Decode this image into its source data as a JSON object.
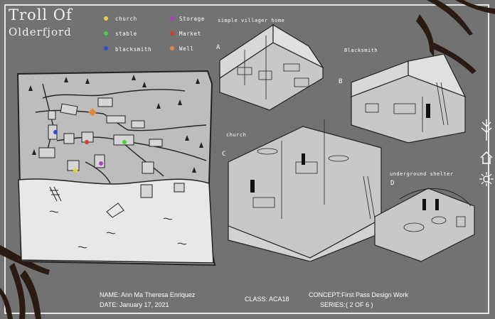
{
  "title": {
    "line1": "Troll Of",
    "line2": "Olderfjord"
  },
  "legend": [
    {
      "label": "church",
      "color": "#e6d23a"
    },
    {
      "label": "stable",
      "color": "#4fc94f"
    },
    {
      "label": "blacksmith",
      "color": "#2f4fc9"
    },
    {
      "label": "Storage",
      "color": "#b03ec4"
    },
    {
      "label": "Market",
      "color": "#d43a3a"
    },
    {
      "label": "Well",
      "color": "#e0883a"
    }
  ],
  "sections": {
    "villager": "simple villager home",
    "blacksmith": "Blacksmith",
    "church": "church",
    "shelter": "underground shelter",
    "letters": [
      "A",
      "B",
      "C",
      "D"
    ]
  },
  "footer": {
    "name_label": "NAME:",
    "name": "Ann Ma Theresa Enriquez",
    "date_label": "DATE:",
    "date": "January  17, 2021",
    "class_label": "CLASS:",
    "class": "ACA18",
    "concept_label": "CONCEPT:",
    "concept": "First Pass Design Work",
    "series_label": "SERIES:",
    "series": "(   2  OF  6   )"
  }
}
